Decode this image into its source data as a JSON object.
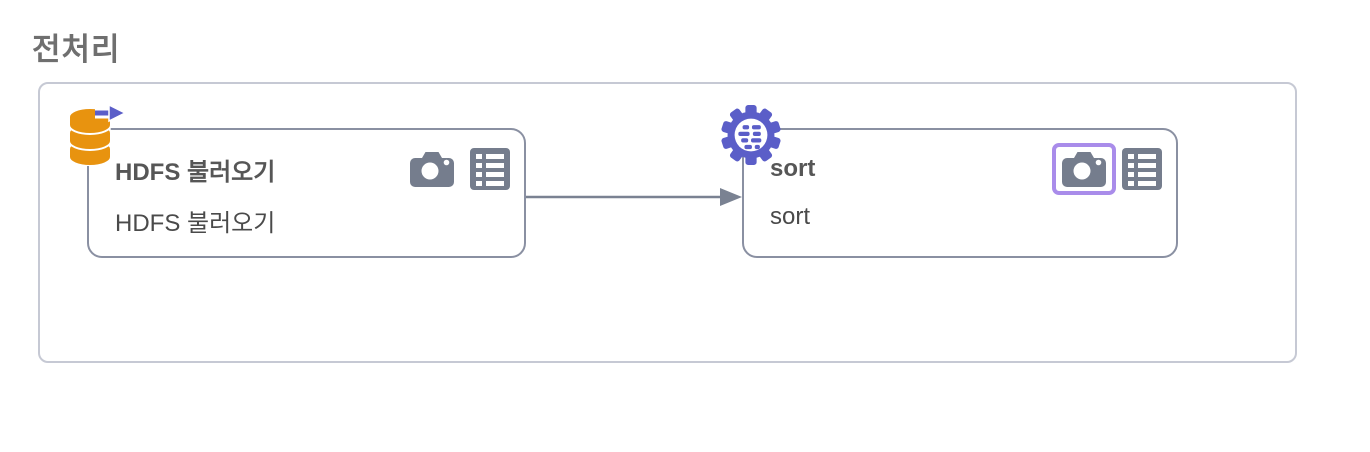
{
  "group": {
    "title": "전처리"
  },
  "nodes": [
    {
      "title": "HDFS 불러오기",
      "subtitle": "HDFS 불러오기",
      "type_icon": "database-import-icon",
      "camera_selected": false
    },
    {
      "title": "sort",
      "subtitle": "sort",
      "type_icon": "gear-process-icon",
      "camera_selected": true
    }
  ],
  "edges": [
    {
      "from_node": "HDFS 불러오기",
      "to_node": "sort"
    }
  ],
  "colors": {
    "database_orange": "#E8930F",
    "accent_purple": "#5B5EC8",
    "camera_highlight_purple": "#A98CEA",
    "icon_gray": "#757D8D",
    "node_border_gray": "#8A90A2",
    "group_border_gray": "#C6C9D4",
    "title_text_gray": "#6F6F6F"
  }
}
